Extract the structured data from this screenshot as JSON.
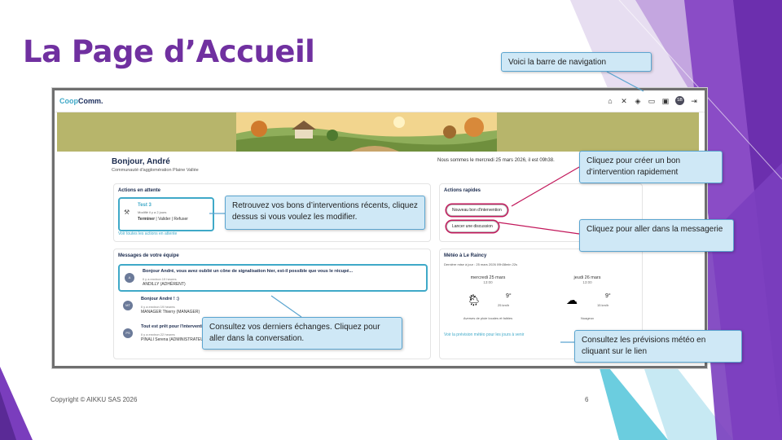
{
  "slide": {
    "title": "La Page d’Accueil",
    "footer": "Copyright © AIKKU SAS 2026",
    "page_number": "6"
  },
  "app": {
    "logo_part1": "Coop",
    "logo_part2": "Comm.",
    "nav_icons": [
      "home-icon",
      "tools-icon",
      "megaphone-icon",
      "chat-icon",
      "id-card-icon",
      "avatar",
      "logout-icon"
    ],
    "avatar_initials": "SB",
    "greeting": "Bonjour, André",
    "organization": "Communauté d'agglomération Plaine Vallée",
    "date_line": "Nous sommes le mercredi 25 mars 2026, il est 09h38."
  },
  "pending": {
    "title": "Actions en attente",
    "task_name": "Test 3",
    "task_meta": "Modifié il y a 2 jours",
    "action_finish": "Terminer",
    "action_rest": "| Valider | Refuser",
    "see_all": "Voir toutes les actions en attente"
  },
  "quick": {
    "title": "Actions rapides",
    "new_bon": "Nouveau bon d'intervention",
    "new_chat": "Lancer une discussion"
  },
  "team": {
    "title": "Messages de votre équipe",
    "messages": [
      {
        "initials": "A",
        "text": "Bonjour André, vous avez oublié un cône de signalisation hier, est-il possible que vous le récupé...",
        "time": "Il y a environ 19 heures",
        "author": "ANDILLY (ADHÉRENT)"
      },
      {
        "initials": "MT",
        "text": "Bonjour André ! :)",
        "time": "Il y a environ 19 heures",
        "author": "MANAGER Thierry (MANAGER)"
      },
      {
        "initials": "PS",
        "text": "Tout est prêt pour l'interventi",
        "time": "Il y a environ 22 heures",
        "author": "PINALI Serena (ADMINISTRATEUR)"
      }
    ]
  },
  "weather": {
    "title": "Météo à Le Raincy",
    "updated": "Dernière mise à jour : 25 mars 2026 09h38min 22s",
    "days": [
      {
        "day": "mercredi 25 mars",
        "time": "13:00",
        "temp": "9°",
        "wind": "25 km/h",
        "desc": "Averses de pluie locales et faibles",
        "icon": "sun-cloud-rain-icon"
      },
      {
        "day": "jeudi 26 mars",
        "time": "13:00",
        "temp": "9°",
        "wind": "15 km/h",
        "desc": "Nuageux",
        "icon": "cloud-icon"
      }
    ],
    "link": "Voir la prévision météo pour les jours à venir"
  },
  "callouts": {
    "nav": "Voici la barre de navigation",
    "recent": "Retrouvez vos bons d’interventions récents, cliquez dessus si vous voulez les modifier.",
    "messages": "Consultez vos derniers échanges. Cliquez pour aller dans la conversation.",
    "bon": "Cliquez pour créer un bon d’intervention rapidement",
    "messagerie": "Cliquez pour aller dans la messagerie",
    "meteo": "Consultez les prévisions météo en cliquant sur le lien"
  },
  "colors": {
    "title_purple": "#7030a0",
    "callout_fill": "#cfe8f6",
    "callout_border": "#5ba5d0",
    "accent_teal": "#3fa9c8",
    "accent_magenta": "#c2185b"
  }
}
